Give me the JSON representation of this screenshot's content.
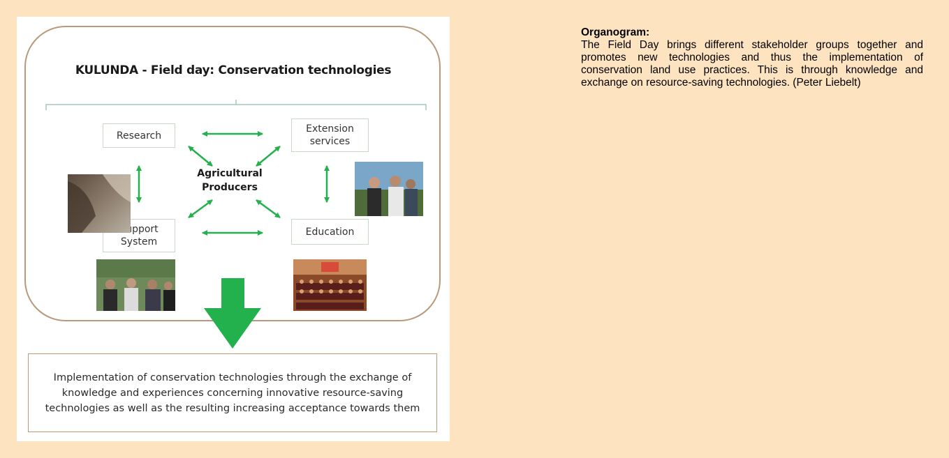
{
  "diagram": {
    "title": "KULUNDA - Field day: Conservation technologies",
    "nodes": {
      "research": "Research",
      "extension": "Extension services",
      "support": "Support System",
      "education": "Education",
      "center": "Agricultural Producers"
    },
    "outcome": "Implementation of conservation  technologies through the exchange of knowledge and experiences concerning innovative resource-saving technologies  as well as the resulting increasing acceptance towards them",
    "colors": {
      "arrow": "#22b14c",
      "frame": "#b89a7a",
      "bracket": "#a9c9b9"
    }
  },
  "caption": {
    "title": "Organogram:",
    "text": "The Field Day brings different stakeholder groups together and promotes new technologies and thus the implementation of conservation land use practices. This is through knowledge and exchange on resource-saving technologies. (Peter Liebelt)"
  },
  "page": {
    "background": "#fde3c0"
  }
}
